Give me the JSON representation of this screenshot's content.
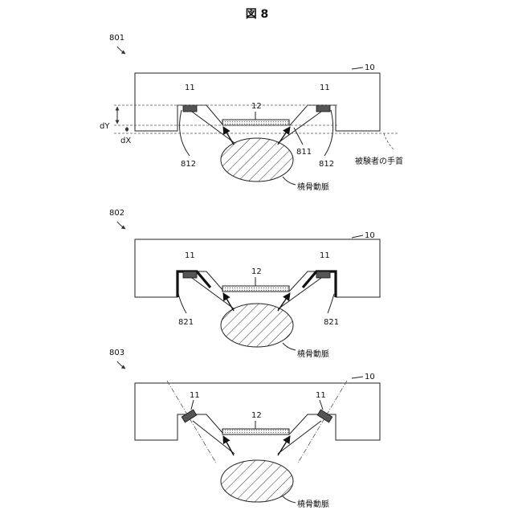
{
  "figure": {
    "title": "図 8"
  },
  "panels": [
    {
      "id": "801",
      "labels": {
        "body": "10",
        "sensor_left": "11",
        "sensor_right": "11",
        "board": "12",
        "recess_left": "812",
        "recess_right": "812",
        "bottom_face": "811",
        "dim_y": "dY",
        "dim_x": "dX",
        "wrist": "被験者の手首",
        "artery": "橈骨動脈"
      }
    },
    {
      "id": "802",
      "labels": {
        "body": "10",
        "sensor_left": "11",
        "sensor_right": "11",
        "board": "12",
        "shield_left": "821",
        "shield_right": "821",
        "artery": "橈骨動脈"
      }
    },
    {
      "id": "803",
      "labels": {
        "body": "10",
        "sensor_left": "11",
        "sensor_right": "11",
        "board": "12",
        "artery": "橈骨動脈"
      }
    }
  ],
  "icons": {
    "reference_arrow": "curved-leader-arrow",
    "artery_shape": "hatched-ellipse",
    "sensor_shape": "dark-rectangle"
  }
}
